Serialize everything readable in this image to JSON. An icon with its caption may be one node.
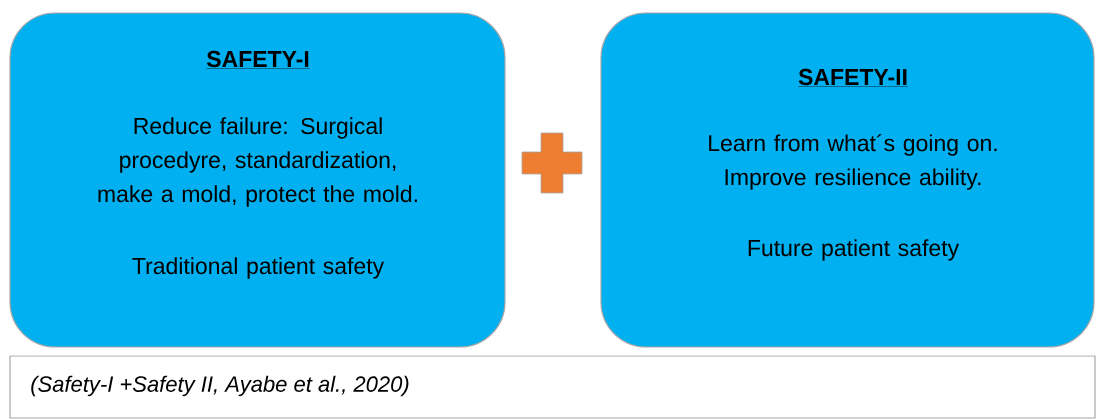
{
  "diagram": {
    "nodes": [
      {
        "text": [
          "SAFETY-I",
          "Reduce failure: Surgical procedyre, standardization, make a mold, protect the mold.",
          "Traditional patient safety"
        ]
      },
      {
        "text": [
          "SAFETY-II",
          "Learn from what´s going on. Improve resilience ability.",
          "Future patient safety"
        ]
      },
      {
        "text": [
          "(Safety-I +Safety II, Ayabe et al., 2020)"
        ]
      }
    ]
  }
}
